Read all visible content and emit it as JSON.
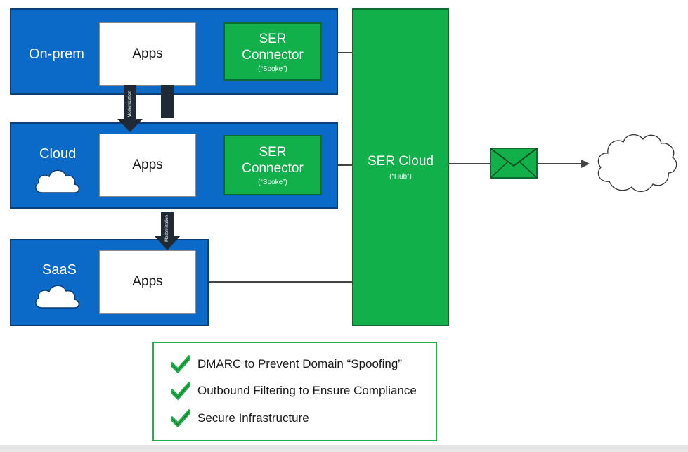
{
  "tiers": {
    "onprem": {
      "label": "On-prem",
      "apps_label": "Apps"
    },
    "cloud": {
      "label": "Cloud",
      "apps_label": "Apps"
    },
    "saas": {
      "label": "SaaS",
      "apps_label": "Apps"
    }
  },
  "connectors": [
    {
      "title_line1": "SER",
      "title_line2": "Connector",
      "subtitle": "(“Spoke”)"
    },
    {
      "title_line1": "SER",
      "title_line2": "Connector",
      "subtitle": "(“Spoke”)"
    }
  ],
  "hub": {
    "title": "SER Cloud",
    "subtitle": "(“Hub”)"
  },
  "arrows": {
    "modernization_1": "Modernization",
    "modernization_2": "Modernization"
  },
  "checklist": [
    "DMARC to Prevent Domain “Spoofing”",
    "Outbound Filtering to Ensure Compliance",
    "Secure Infrastructure"
  ],
  "icons": {
    "cloud": "cloud-icon",
    "envelope": "envelope-icon",
    "check": "checkmark-icon",
    "internet": "internet-cloud-icon"
  },
  "colors": {
    "tier_blue": "#0b69c7",
    "ser_green": "#11b04b",
    "arrow_dark": "#1f2a36"
  }
}
